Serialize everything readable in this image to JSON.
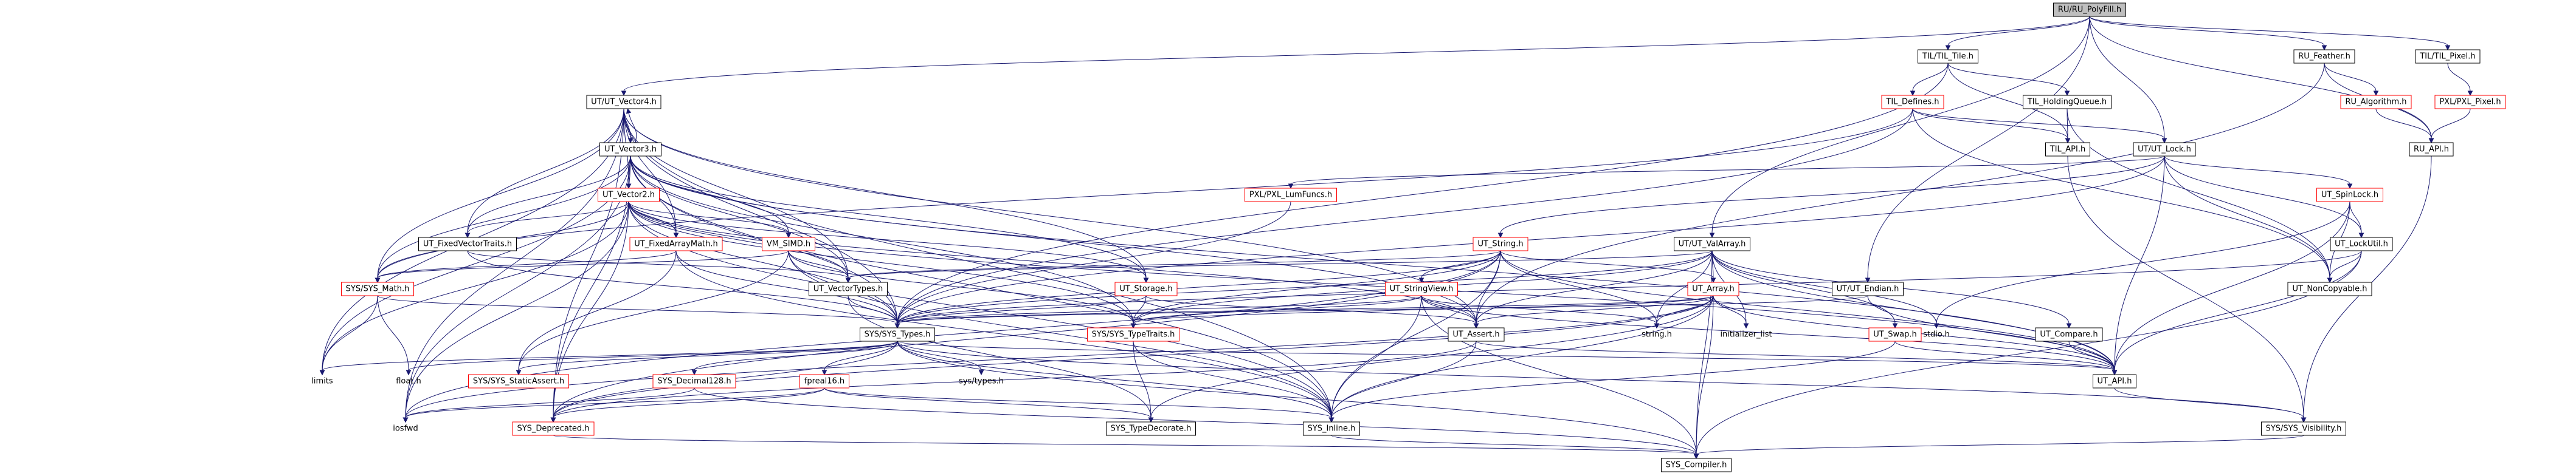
{
  "diagram": {
    "colors": {
      "edge": "#191970",
      "node_fill": "#ffffff",
      "node_border_default": "#000000",
      "node_border_incomplete": "#ff0000",
      "root_fill": "#bfbfbf",
      "text": "#000000"
    },
    "root": "n0",
    "nodes": [
      {
        "id": "n0",
        "label": "RU/RU_PolyFill.h",
        "link": "root"
      },
      {
        "id": "n1",
        "label": "TIL/TIL_Tile.h",
        "link": "complete"
      },
      {
        "id": "n2",
        "label": "RU_Feather.h",
        "link": "complete"
      },
      {
        "id": "n3",
        "label": "TIL/TIL_Pixel.h",
        "link": "complete"
      },
      {
        "id": "n4",
        "label": "UT/UT_Vector4.h",
        "link": "complete"
      },
      {
        "id": "n5",
        "label": "TIL_Defines.h",
        "link": "incomplete"
      },
      {
        "id": "n6",
        "label": "TIL_HoldingQueue.h",
        "link": "complete"
      },
      {
        "id": "n7",
        "label": "RU_Algorithm.h",
        "link": "incomplete"
      },
      {
        "id": "n8",
        "label": "PXL/PXL_Pixel.h",
        "link": "incomplete"
      },
      {
        "id": "n9",
        "label": "UT_Vector3.h",
        "link": "complete"
      },
      {
        "id": "n10",
        "label": "TIL_API.h",
        "link": "complete"
      },
      {
        "id": "n11",
        "label": "UT/UT_Lock.h",
        "link": "complete"
      },
      {
        "id": "n12",
        "label": "RU_API.h",
        "link": "complete"
      },
      {
        "id": "n13",
        "label": "UT_Vector2.h",
        "link": "incomplete"
      },
      {
        "id": "n14",
        "label": "PXL/PXL_LumFuncs.h",
        "link": "incomplete"
      },
      {
        "id": "n15",
        "label": "UT_SpinLock.h",
        "link": "incomplete"
      },
      {
        "id": "n16",
        "label": "UT_FixedVectorTraits.h",
        "link": "complete"
      },
      {
        "id": "n17",
        "label": "UT_FixedArrayMath.h",
        "link": "incomplete"
      },
      {
        "id": "n18",
        "label": "VM_SIMD.h",
        "link": "incomplete"
      },
      {
        "id": "n19",
        "label": "UT_String.h",
        "link": "incomplete"
      },
      {
        "id": "n20",
        "label": "UT/UT_ValArray.h",
        "link": "complete"
      },
      {
        "id": "n21",
        "label": "UT_LockUtil.h",
        "link": "complete"
      },
      {
        "id": "n22",
        "label": "SYS/SYS_Math.h",
        "link": "incomplete"
      },
      {
        "id": "n23",
        "label": "UT_VectorTypes.h",
        "link": "complete"
      },
      {
        "id": "n24",
        "label": "UT_Storage.h",
        "link": "incomplete"
      },
      {
        "id": "n25",
        "label": "UT_StringView.h",
        "link": "incomplete"
      },
      {
        "id": "n26",
        "label": "UT_Array.h",
        "link": "incomplete"
      },
      {
        "id": "n27",
        "label": "UT/UT_Endian.h",
        "link": "complete"
      },
      {
        "id": "n28",
        "label": "UT_NonCopyable.h",
        "link": "complete"
      },
      {
        "id": "n29",
        "label": "SYS/SYS_Types.h",
        "link": "complete"
      },
      {
        "id": "n30",
        "label": "SYS/SYS_TypeTraits.h",
        "link": "incomplete"
      },
      {
        "id": "n31",
        "label": "UT_Assert.h",
        "link": "complete"
      },
      {
        "id": "n32",
        "label": "string.h",
        "link": "external"
      },
      {
        "id": "n33",
        "label": "initializer_list",
        "link": "external"
      },
      {
        "id": "n34",
        "label": "UT_Swap.h",
        "link": "incomplete"
      },
      {
        "id": "n35",
        "label": "stdio.h",
        "link": "external"
      },
      {
        "id": "n36",
        "label": "UT_Compare.h",
        "link": "complete"
      },
      {
        "id": "n37",
        "label": "float.h",
        "link": "external"
      },
      {
        "id": "n38",
        "label": "limits",
        "link": "external"
      },
      {
        "id": "n39",
        "label": "SYS/SYS_StaticAssert.h",
        "link": "incomplete"
      },
      {
        "id": "n40",
        "label": "SYS_Decimal128.h",
        "link": "incomplete"
      },
      {
        "id": "n41",
        "label": "fpreal16.h",
        "link": "incomplete"
      },
      {
        "id": "n42",
        "label": "sys/types.h",
        "link": "external"
      },
      {
        "id": "n43",
        "label": "UT_API.h",
        "link": "complete"
      },
      {
        "id": "n44",
        "label": "iosfwd",
        "link": "external"
      },
      {
        "id": "n45",
        "label": "SYS_Deprecated.h",
        "link": "incomplete"
      },
      {
        "id": "n46",
        "label": "SYS_TypeDecorate.h",
        "link": "complete"
      },
      {
        "id": "n47",
        "label": "SYS_Inline.h",
        "link": "complete"
      },
      {
        "id": "n48",
        "label": "SYS/SYS_Visibility.h",
        "link": "complete"
      },
      {
        "id": "n49",
        "label": "SYS_Compiler.h",
        "link": "complete"
      }
    ],
    "edges": [
      [
        "n0",
        "n1"
      ],
      [
        "n0",
        "n2"
      ],
      [
        "n0",
        "n3"
      ],
      [
        "n0",
        "n4"
      ],
      [
        "n0",
        "n11"
      ],
      [
        "n0",
        "n12"
      ],
      [
        "n0",
        "n20"
      ],
      [
        "n0",
        "n27"
      ],
      [
        "n1",
        "n5"
      ],
      [
        "n1",
        "n6"
      ],
      [
        "n1",
        "n10"
      ],
      [
        "n1",
        "n29"
      ],
      [
        "n2",
        "n7"
      ],
      [
        "n2",
        "n12"
      ],
      [
        "n2",
        "n31"
      ],
      [
        "n3",
        "n8"
      ],
      [
        "n7",
        "n12"
      ],
      [
        "n8",
        "n12"
      ],
      [
        "n12",
        "n48"
      ],
      [
        "n5",
        "n10"
      ],
      [
        "n5",
        "n11"
      ],
      [
        "n5",
        "n22"
      ],
      [
        "n5",
        "n28"
      ],
      [
        "n5",
        "n29"
      ],
      [
        "n6",
        "n10"
      ],
      [
        "n6",
        "n28"
      ],
      [
        "n10",
        "n48"
      ],
      [
        "n4",
        "n9"
      ],
      [
        "n4",
        "n13"
      ],
      [
        "n4",
        "n16"
      ],
      [
        "n4",
        "n17"
      ],
      [
        "n4",
        "n22"
      ],
      [
        "n4",
        "n23"
      ],
      [
        "n4",
        "n24"
      ],
      [
        "n4",
        "n29"
      ],
      [
        "n4",
        "n31"
      ],
      [
        "n4",
        "n38"
      ],
      [
        "n4",
        "n44"
      ],
      [
        "n4",
        "n45"
      ],
      [
        "n4",
        "n47"
      ],
      [
        "n9",
        "n4"
      ],
      [
        "n9",
        "n13"
      ],
      [
        "n9",
        "n16"
      ],
      [
        "n9",
        "n17"
      ],
      [
        "n9",
        "n18"
      ],
      [
        "n9",
        "n22"
      ],
      [
        "n9",
        "n23"
      ],
      [
        "n9",
        "n24"
      ],
      [
        "n9",
        "n29"
      ],
      [
        "n9",
        "n30"
      ],
      [
        "n9",
        "n31"
      ],
      [
        "n9",
        "n38"
      ],
      [
        "n9",
        "n44"
      ],
      [
        "n9",
        "n45"
      ],
      [
        "n9",
        "n47"
      ],
      [
        "n9",
        "n43"
      ],
      [
        "n13",
        "n16"
      ],
      [
        "n13",
        "n17"
      ],
      [
        "n13",
        "n18"
      ],
      [
        "n13",
        "n22"
      ],
      [
        "n13",
        "n23"
      ],
      [
        "n13",
        "n24"
      ],
      [
        "n13",
        "n29"
      ],
      [
        "n13",
        "n30"
      ],
      [
        "n13",
        "n31"
      ],
      [
        "n13",
        "n38"
      ],
      [
        "n13",
        "n44"
      ],
      [
        "n13",
        "n45"
      ],
      [
        "n13",
        "n47"
      ],
      [
        "n13",
        "n43"
      ],
      [
        "n16",
        "n23"
      ],
      [
        "n16",
        "n29"
      ],
      [
        "n17",
        "n22"
      ],
      [
        "n17",
        "n29"
      ],
      [
        "n17",
        "n47"
      ],
      [
        "n17",
        "n39"
      ],
      [
        "n18",
        "n22"
      ],
      [
        "n18",
        "n23"
      ],
      [
        "n18",
        "n29"
      ],
      [
        "n18",
        "n39"
      ],
      [
        "n18",
        "n47"
      ],
      [
        "n18",
        "n30"
      ],
      [
        "n11",
        "n14"
      ],
      [
        "n11",
        "n15"
      ],
      [
        "n11",
        "n19"
      ],
      [
        "n11",
        "n21"
      ],
      [
        "n11",
        "n28"
      ],
      [
        "n11",
        "n43"
      ],
      [
        "n11",
        "n29"
      ],
      [
        "n14",
        "n29"
      ],
      [
        "n15",
        "n21"
      ],
      [
        "n15",
        "n28"
      ],
      [
        "n15",
        "n43"
      ],
      [
        "n15",
        "n35"
      ],
      [
        "n21",
        "n28"
      ],
      [
        "n21",
        "n43"
      ],
      [
        "n21",
        "n29"
      ],
      [
        "n21",
        "n49"
      ],
      [
        "n19",
        "n23"
      ],
      [
        "n19",
        "n25"
      ],
      [
        "n19",
        "n26"
      ],
      [
        "n19",
        "n29"
      ],
      [
        "n19",
        "n30"
      ],
      [
        "n19",
        "n31"
      ],
      [
        "n19",
        "n32"
      ],
      [
        "n19",
        "n43"
      ],
      [
        "n19",
        "n44"
      ],
      [
        "n19",
        "n45"
      ],
      [
        "n19",
        "n47"
      ],
      [
        "n20",
        "n23"
      ],
      [
        "n20",
        "n26"
      ],
      [
        "n20",
        "n29"
      ],
      [
        "n20",
        "n31"
      ],
      [
        "n20",
        "n32"
      ],
      [
        "n20",
        "n33"
      ],
      [
        "n20",
        "n34"
      ],
      [
        "n20",
        "n35"
      ],
      [
        "n20",
        "n36"
      ],
      [
        "n20",
        "n43"
      ],
      [
        "n20",
        "n49"
      ],
      [
        "n20",
        "n30"
      ],
      [
        "n27",
        "n29"
      ],
      [
        "n27",
        "n43"
      ],
      [
        "n22",
        "n29"
      ],
      [
        "n22",
        "n37"
      ],
      [
        "n22",
        "n38"
      ],
      [
        "n23",
        "n29"
      ],
      [
        "n23",
        "n46"
      ],
      [
        "n24",
        "n29"
      ],
      [
        "n24",
        "n30"
      ],
      [
        "n24",
        "n31"
      ],
      [
        "n25",
        "n29"
      ],
      [
        "n25",
        "n31"
      ],
      [
        "n25",
        "n32"
      ],
      [
        "n25",
        "n43"
      ],
      [
        "n25",
        "n47"
      ],
      [
        "n25",
        "n49"
      ],
      [
        "n25",
        "n30"
      ],
      [
        "n26",
        "n29"
      ],
      [
        "n26",
        "n30"
      ],
      [
        "n26",
        "n31"
      ],
      [
        "n26",
        "n32"
      ],
      [
        "n26",
        "n33"
      ],
      [
        "n26",
        "n43"
      ],
      [
        "n26",
        "n44"
      ],
      [
        "n26",
        "n45"
      ],
      [
        "n26",
        "n47"
      ],
      [
        "n26",
        "n49"
      ],
      [
        "n26",
        "n46"
      ],
      [
        "n34",
        "n43"
      ],
      [
        "n34",
        "n47"
      ],
      [
        "n36",
        "n43"
      ],
      [
        "n29",
        "n37"
      ],
      [
        "n29",
        "n38"
      ],
      [
        "n29",
        "n39"
      ],
      [
        "n29",
        "n40"
      ],
      [
        "n29",
        "n41"
      ],
      [
        "n29",
        "n42"
      ],
      [
        "n29",
        "n45"
      ],
      [
        "n29",
        "n47"
      ],
      [
        "n29",
        "n49"
      ],
      [
        "n29",
        "n43"
      ],
      [
        "n29",
        "n48"
      ],
      [
        "n30",
        "n46"
      ],
      [
        "n30",
        "n47"
      ],
      [
        "n31",
        "n43"
      ],
      [
        "n31",
        "n47"
      ],
      [
        "n31",
        "n45"
      ],
      [
        "n40",
        "n44"
      ],
      [
        "n40",
        "n49"
      ],
      [
        "n41",
        "n44"
      ],
      [
        "n41",
        "n45"
      ],
      [
        "n41",
        "n46"
      ],
      [
        "n41",
        "n47"
      ],
      [
        "n43",
        "n48"
      ],
      [
        "n47",
        "n49"
      ],
      [
        "n48",
        "n49"
      ],
      [
        "n45",
        "n49"
      ]
    ]
  }
}
